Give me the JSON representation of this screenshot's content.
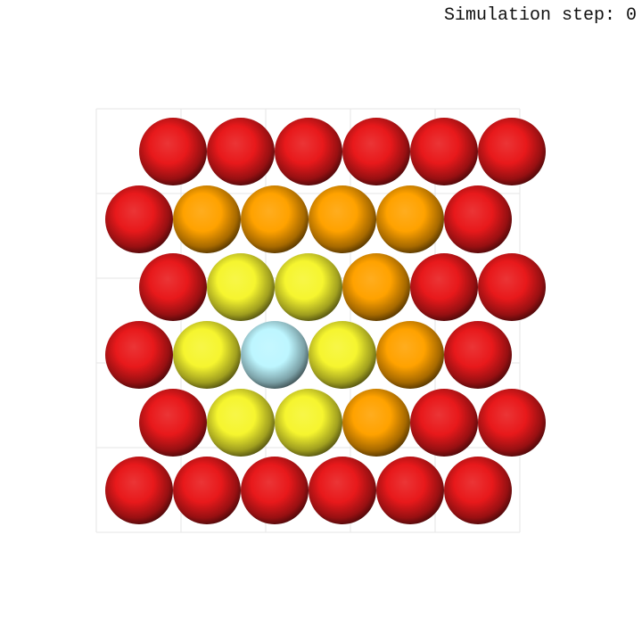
{
  "status": {
    "step_label": "Simulation step:",
    "step_value": "0"
  },
  "colors": {
    "red": "#e8191b",
    "orange": "#ffa200",
    "yellow": "#f6f52f",
    "cyan": "#bdf6ff",
    "grid": "#e6e6e6"
  },
  "lattice": {
    "rows": [
      [
        "red",
        "red",
        "red",
        "red",
        "red",
        "red"
      ],
      [
        "red",
        "orange",
        "orange",
        "orange",
        "orange",
        "red"
      ],
      [
        "red",
        "yellow",
        "yellow",
        "orange",
        "red",
        "red"
      ],
      [
        "red",
        "yellow",
        "cyan",
        "yellow",
        "orange",
        "red"
      ],
      [
        "red",
        "yellow",
        "yellow",
        "orange",
        "red",
        "red"
      ],
      [
        "red",
        "red",
        "red",
        "red",
        "red",
        "red"
      ]
    ]
  }
}
